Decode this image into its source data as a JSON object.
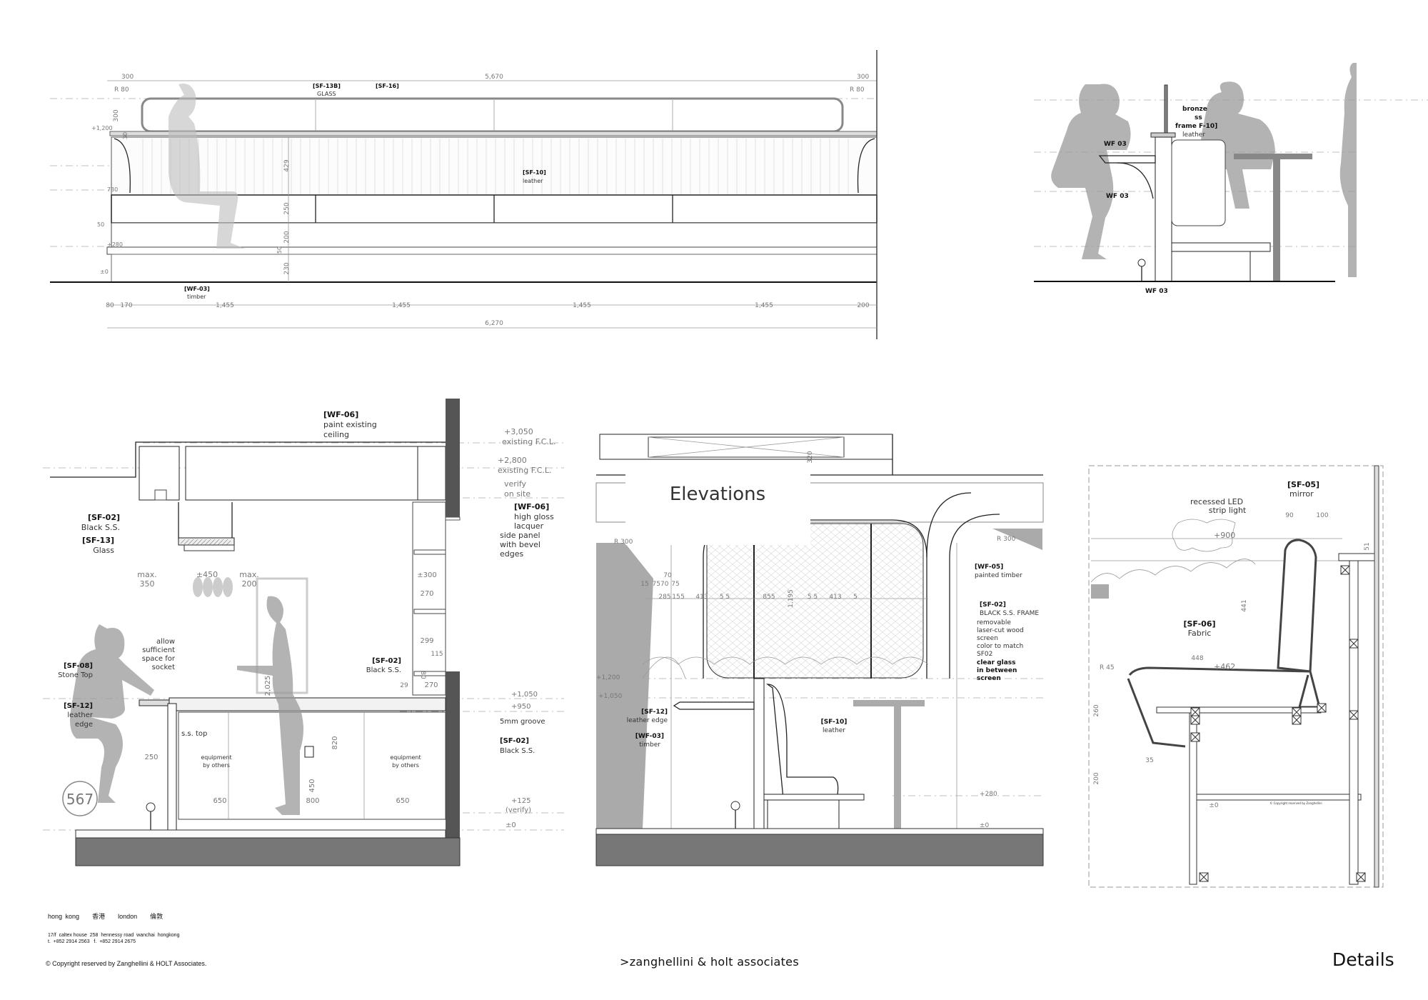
{
  "sheet_title": "Details",
  "elevation_label": "Elevations",
  "footer": {
    "office_hk": "hong kong",
    "office_hk_zh": "香港",
    "office_london": "london",
    "office_london_zh": "倫敦",
    "address": "17/f  caltex house  258  hennessy road  wanchai  hongkong",
    "phone": "t.  +852 2914 2563   f.  +852 2914 2675",
    "copyright": "©  Copyright reserved by Zanghellini & HOLT Associates.",
    "firm": ">zanghellini & holt associates"
  },
  "long_elevation": {
    "dim_300_left": "300",
    "dim_5670": "5,670",
    "dim_300_right": "300",
    "r80_left": "R 80",
    "r80_right": "R 80",
    "sf13b_code": "[SF-13B]",
    "sf13b_text": "GLASS",
    "sf16_code": "[SF-16]",
    "level_1200": "+1,200",
    "level_730": "730",
    "dim_50a": "50",
    "level_280": "+280",
    "level_0": "±0",
    "v_300": "300",
    "v_30": "30",
    "v_429": "429",
    "v_250": "250",
    "v_200": "200",
    "v_50": "50",
    "v_230": "230",
    "sf10_code": "[SF-10]",
    "sf10_text": "leather",
    "wf03_code": "[WF-03]",
    "wf03_text": "timber",
    "b_80": "80",
    "b_170": "170",
    "b_1455_1": "1,455",
    "b_1455_2": "1,455",
    "b_1455_3": "1,455",
    "b_1455_4": "1,455",
    "b_200": "200",
    "overall": "6,270"
  },
  "booth_section": {
    "l1": "bronze",
    "l2": "ss",
    "l3": "frame F-10]",
    "l4": "leather",
    "wf03_a": "WF 03",
    "wf03_b": "WF 03",
    "wf03_c": "WF 03"
  },
  "bar_section": {
    "wf06_code": "[WF-06]",
    "wf06_l1": "paint existing",
    "wf06_l2": "ceiling",
    "lv3050": "+3,050",
    "lv3050_t": "existing F.C.L.",
    "lv2800": "+2,800",
    "lv2800_t": "existing F.C.L.",
    "verify1": "verify",
    "verify2": "on site",
    "wf06b_code": "[WF-06]",
    "wf06b_l1": "high gloss",
    "wf06b_l2": "lacquer",
    "wf06b_l3": "side panel",
    "wf06b_l4": "with bevel",
    "wf06b_l5": "edges",
    "sf02a_code": "[SF-02]",
    "sf02a_text": "Black S.S.",
    "sf13_code": "[SF-13]",
    "sf13_text": "Glass",
    "max1": "max.",
    "max1_v": "350",
    "pm450": "±450",
    "max2": "max.",
    "max2_v": "200",
    "sf08_code": "[SF-08]",
    "sf08_text": "Stone Top",
    "allow1": "allow",
    "allow2": "sufficient",
    "allow3": "space for",
    "allow4": "socket",
    "sf12_code": "[SF-12]",
    "sf12_l1": "leather",
    "sf12_l2": "edge",
    "sf02b_code": "[SF-02]",
    "sf02b_text": "Black S.S.",
    "lv1050": "+1,050",
    "lv950": "+950",
    "groove": "5mm groove",
    "sf02c_code": "[SF-02]",
    "sf02c_text": "Black S.S.",
    "lv125": "+125",
    "lv125_t": "(verify)",
    "lv0": "±0",
    "sstop": "s.s. top",
    "equip1_a": "equipment",
    "equip1_b": "by others",
    "equip2_a": "equipment",
    "equip2_b": "by others",
    "d650a": "650",
    "d800": "800",
    "d650b": "650",
    "d2025": "2,025",
    "d820": "820",
    "d450": "450",
    "d250": "250",
    "d300": "±300",
    "d270a": "270",
    "d299": "299",
    "d270b": "270",
    "d115": "115",
    "d29": "29",
    "d80": "80",
    "tag": "567"
  },
  "booth_elevation": {
    "wf05_code": "[WF-05]",
    "wf05_text": "painted timber",
    "sf02_code": "[SF-02]",
    "sf02_text": "BLACK S.S. FRAME",
    "scr1": "removable",
    "scr2": "laser-cut wood",
    "scr3": "screen",
    "scr4": "color to match",
    "scr5": "SF02",
    "glass1": "clear glass",
    "glass2": "in between",
    "glass3": "screen",
    "r300a": "R 300",
    "r300b": "R 300",
    "lv1200": "+1,200",
    "lv1050": "+1,050",
    "sf12_code": "[SF-12]",
    "sf12_text": "leather edge",
    "wf03_code": "[WF-03]",
    "wf03_text": "timber",
    "sf10_code": "[SF-10]",
    "sf10_text": "leather",
    "lv280": "+280",
    "lv0": "±0",
    "d285": "285",
    "d15": "15",
    "d5": "5",
    "d413a": "413",
    "d55a": "5 5",
    "d855": "855",
    "d55b": "5 5",
    "d413b": "413",
    "d5b": "5",
    "d1195": "1,195",
    "r_15": "15",
    "r_7570": "7570",
    "r_75": "75",
    "r_70": "70",
    "d320": "320"
  },
  "banquette_detail": {
    "sf05_code": "[SF-05]",
    "sf05_text": "mirror",
    "led1": "recessed LED",
    "led2": "strip light",
    "d90": "90",
    "d100": "100",
    "lv900": "+900",
    "d51": "51",
    "d441": "441",
    "sf06_code": "[SF-06]",
    "sf06_text": "Fabric",
    "d448": "448",
    "lv462": "+462",
    "r45": "R 45",
    "d260": "260",
    "d35": "35",
    "d200": "200",
    "lv0": "±0",
    "copyright_small": "© Copyright reserved by Zanghellini"
  }
}
